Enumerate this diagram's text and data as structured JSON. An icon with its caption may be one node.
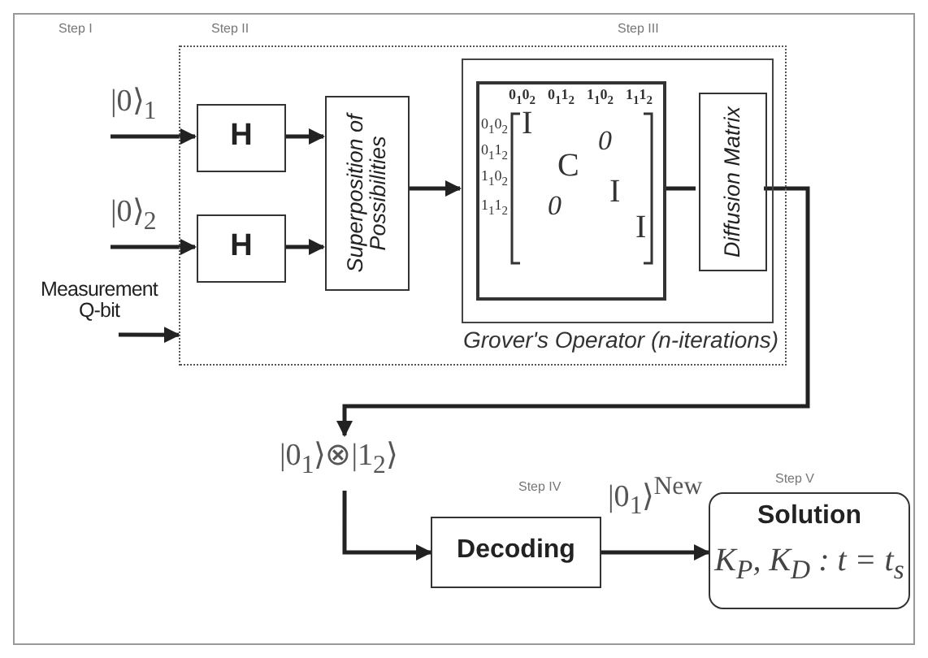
{
  "diagram": {
    "nodes": [
      {
        "text": [
          "|0⟩$_{1}$"
        ]
      },
      {
        "text": [
          "|0⟩$_{2}$"
        ]
      },
      {
        "text": [
          "Measurement Q-bit"
        ]
      },
      {
        "text": [],
        "shape": "box"
      },
      {
        "text": [
          "H"
        ],
        "in": 3
      },
      {
        "text": [
          "H"
        ],
        "in": 3
      },
      {
        "text": [
          "Superposition of Possibilities"
        ],
        "in": 3
      },
      {
        "text": [
          "Grover's Operator (n-iterations)"
        ],
        "in": 3
      },
      {
        "text": [
          "0$_{1}$0$_{2}$",
          "0$_{1}$1$_{2}$",
          "1$_{1}$0$_{2}$",
          "1$_{1}$1$_{2}$",
          "0$_{1}$0$_{2}$",
          "0$_{1}$1$_{2}$",
          "1$_{1}$0$_{2}$",
          "1$_{1}$1$_{2}$",
          "I",
          "0",
          "C",
          "I",
          "0",
          "I"
        ],
        "in": 7
      },
      {
        "text": [
          "Diffusion Matrix"
        ],
        "in": 7
      },
      {
        "text": [
          "|0$_{1}$⟩⊗|1$_{2}$⟩"
        ]
      },
      {
        "text": [
          "Decoding"
        ],
        "beside": [
          "Step IV"
        ]
      },
      {
        "text": [
          "Solution",
          "K$_{P}$, K$_{D}$ : t = t$_{s}$"
        ],
        "beside": [
          "Step V"
        ]
      }
    ],
    "edges": [
      {
        "from": 0,
        "to": 4,
        "arrow": "to"
      },
      {
        "from": 1,
        "to": 5,
        "arrow": "to"
      },
      {
        "from": 2,
        "to": 3,
        "arrow": "to"
      },
      {
        "from": 4,
        "to": 6,
        "arrow": "to"
      },
      {
        "from": 5,
        "to": 6,
        "arrow": "to"
      },
      {
        "from": 6,
        "to": 7,
        "arrow": "to"
      },
      {
        "from": 8,
        "to": 9,
        "arrow": "none"
      },
      {
        "from": 9,
        "to": 10,
        "arrow": "to"
      },
      {
        "from": 10,
        "to": 11,
        "arrow": "to"
      },
      {
        "from": 11,
        "to": 12,
        "arrow": "to",
        "label": "|0$_{1}$⟩$^{New}$"
      }
    ],
    "labels": [
      "Step I",
      "Step II",
      "Step III"
    ]
  }
}
